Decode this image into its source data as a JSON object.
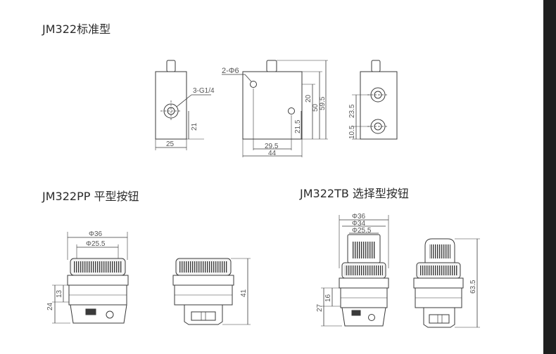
{
  "sections": {
    "standard": {
      "title": "JM322标准型"
    },
    "flat": {
      "title": "JM322PP 平型按钮"
    },
    "selector": {
      "title": "JM322TB 选择型按钮"
    }
  },
  "dimensions": {
    "standard_side": {
      "port": "3-G1/4",
      "height": "21",
      "width": "25"
    },
    "standard_front": {
      "holes": "2-Φ6",
      "d20": "20",
      "d50": "50",
      "d59_5": "59.5",
      "d21_5": "21.5",
      "d29_5": "29.5",
      "d44": "44"
    },
    "standard_back": {
      "d23_5": "23.5",
      "d10_5": "10.5"
    },
    "flat_front": {
      "d36": "Φ36",
      "d25_5": "Φ25.5",
      "d24": "24",
      "d13": "13"
    },
    "flat_side": {
      "d41": "41"
    },
    "selector_front": {
      "d36": "Φ36",
      "d34": "Φ34",
      "d25_5": "Φ25.5",
      "d27": "27",
      "d16": "16"
    },
    "selector_side": {
      "d63_5": "63.5"
    }
  },
  "colors": {
    "line": "#3a3a3a",
    "dim": "#555555",
    "background": "#ffffff",
    "border": "#1f1f1f"
  }
}
